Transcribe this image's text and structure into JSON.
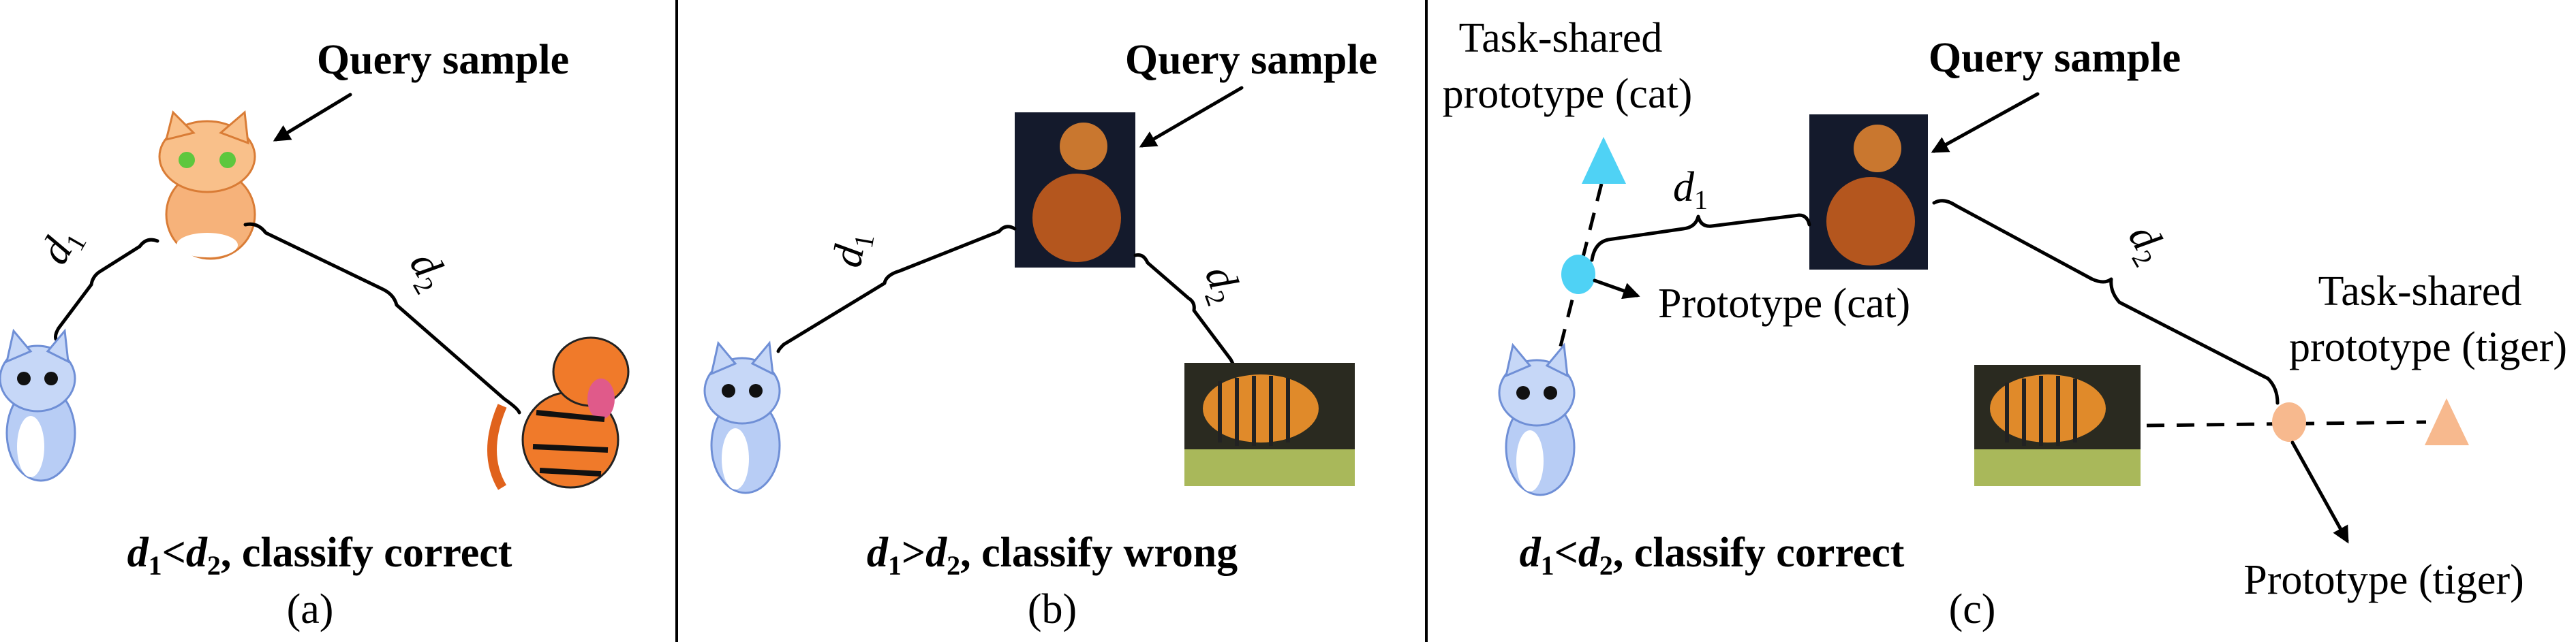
{
  "colors": {
    "cat_prototype": "#4fd2f5",
    "tiger_prototype": "#f7b98e",
    "divider": "#000000"
  },
  "panels": [
    {
      "query_label": "Query sample",
      "d1": {
        "var": "d",
        "sub": "1"
      },
      "d2": {
        "var": "d",
        "sub": "2"
      },
      "caption": {
        "v1": "d",
        "s1": "1",
        "op": "<",
        "v2": "d",
        "s2": "2",
        "rest": ", classify correct"
      },
      "tag": "(a)"
    },
    {
      "query_label": "Query sample",
      "d1": {
        "var": "d",
        "sub": "1"
      },
      "d2": {
        "var": "d",
        "sub": "2"
      },
      "caption": {
        "v1": "d",
        "s1": "1",
        "op": ">",
        "v2": "d",
        "s2": "2",
        "rest": ", classify wrong"
      },
      "tag": "(b)"
    },
    {
      "query_label": "Query sample",
      "d1": {
        "var": "d",
        "sub": "1"
      },
      "d2": {
        "var": "d",
        "sub": "2"
      },
      "shared_cat": [
        "Task-shared",
        "prototype (cat)"
      ],
      "proto_cat": "Prototype (cat)",
      "shared_tiger": [
        "Task-shared",
        "prototype (tiger)"
      ],
      "proto_tiger": "Prototype (tiger)",
      "caption": {
        "v1": "d",
        "s1": "1",
        "op": "<",
        "v2": "d",
        "s2": "2",
        "rest": ", classify correct"
      },
      "tag": "(c)"
    }
  ]
}
